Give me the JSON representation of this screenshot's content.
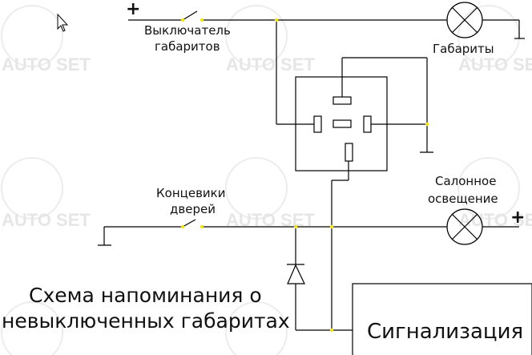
{
  "labels": {
    "plus_top": "+",
    "switch_label_1": "Выключатель",
    "switch_label_2": "габаритов",
    "lamp_top_label": "Габариты",
    "door_label_1": "Концевики",
    "door_label_2": "дверей",
    "salon_label_1": "Салонное",
    "salon_label_2": "освещение",
    "plus_right": "+",
    "title_1": "Схема напоминания о",
    "title_2": "невыключенных габаритах",
    "alarm": "Сигнализация"
  },
  "watermark": "AUTO SET",
  "colors": {
    "wire": "#000000",
    "junction": "#f2e41a",
    "watermark": "#e6e6e6"
  }
}
